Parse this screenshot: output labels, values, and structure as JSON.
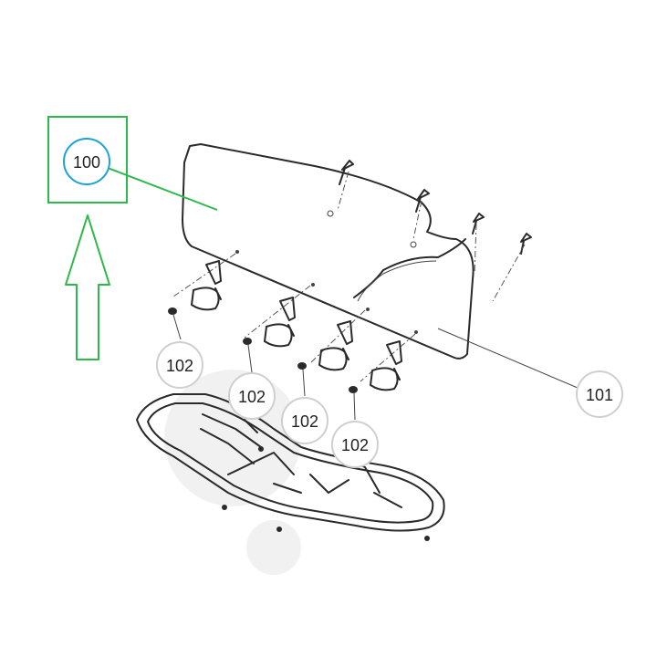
{
  "callouts": {
    "highlighted": "100",
    "glass_panel": "101",
    "hinge_a": "102",
    "hinge_b": "102",
    "hinge_c": "102",
    "hinge_d": "102"
  },
  "colors": {
    "highlight_green": "#2db84a",
    "highlight_circle": "#1aa3d6",
    "callout_circle": "#cfcfcf",
    "part_stroke": "#2a2a2a"
  },
  "icons": {
    "pointer": "up-arrow-icon"
  }
}
